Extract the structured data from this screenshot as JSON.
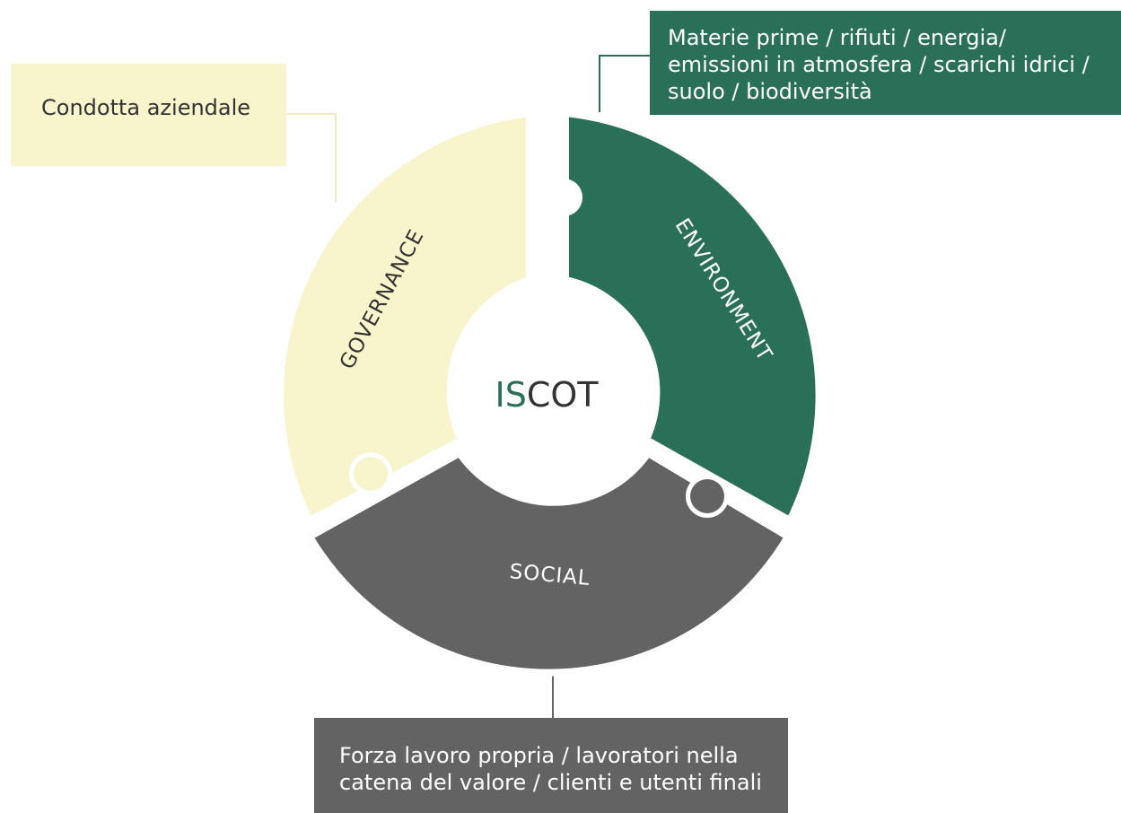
{
  "center": {
    "logo_prefix": "IS",
    "logo_suffix": "COT"
  },
  "segments": {
    "governance": {
      "label": "GOVERNANCE",
      "description": "Condotta aziendale"
    },
    "environment": {
      "label": "ENVIRONMENT",
      "description": "Materie prime / rifiuti / energia/\nemissioni in atmosfera / scarichi idrici /\nsuolo / biodiversità"
    },
    "social": {
      "label": "SOCIAL",
      "description": "Forza lavoro propria / lavoratori nella\ncatena del valore / clienti e utenti finali"
    }
  },
  "colors": {
    "governance": "#f8f4cc",
    "environment": "#2a7059",
    "social": "#636363",
    "logo_accent": "#2a7059",
    "logo_text": "#333333"
  }
}
